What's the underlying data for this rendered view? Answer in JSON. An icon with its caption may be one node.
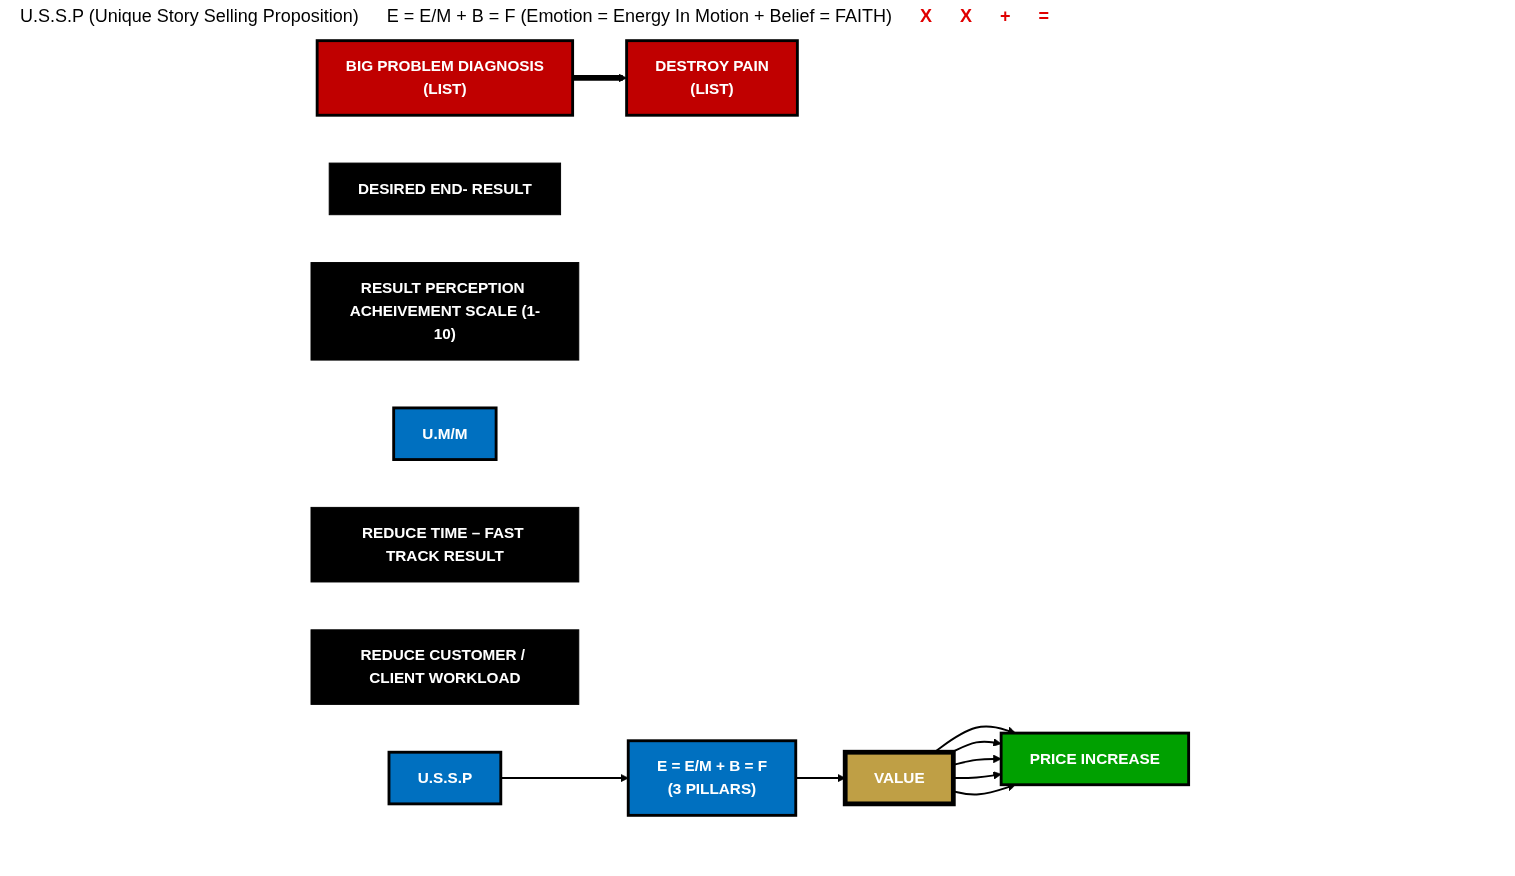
{
  "diagram": {
    "nodes": [
      {
        "text": [
          "BIG PROBLEM DIAGNOSIS",
          "(LIST)"
        ]
      },
      {
        "text": [
          "DESIRED END- RESULT"
        ]
      },
      {
        "text": [
          "RESULT PERCEPTION ACHEIVEMENT SCALE (1-10)"
        ]
      },
      {
        "text": [
          "U.M/M"
        ]
      },
      {
        "text": [
          "PRICE INCREASE"
        ]
      },
      {
        "text": [
          "DESTROY PAIN",
          "(LIST)"
        ]
      },
      {
        "text": [
          "REDUCE TIME – FAST TRACK RESULT"
        ]
      },
      {
        "text": [
          "REDUCE CUSTOMER / CLIENT WORKLOAD"
        ]
      },
      {
        "text": [
          "U.S.S.P"
        ]
      },
      {
        "text": [
          "VALUE"
        ]
      },
      {
        "text": [
          "E = E/M + B = F",
          "(3 PILLARS)"
        ]
      }
    ],
    "edges": [
      {
        "from": 0,
        "to": 5,
        "arrow": "to",
        "style": "thick"
      },
      {
        "from": 8,
        "to": 10,
        "arrow": "to"
      },
      {
        "from": 10,
        "to": 9,
        "arrow": "to"
      },
      {
        "from": 9,
        "to": 4,
        "arrow": "to"
      },
      {
        "from": 9,
        "to": 4,
        "arrow": "to"
      },
      {
        "from": 9,
        "to": 4,
        "arrow": "to"
      },
      {
        "from": 9,
        "to": 4,
        "arrow": "to"
      },
      {
        "from": 9,
        "to": 4,
        "arrow": "to"
      }
    ],
    "labels": [
      "U.S.S.P (Unique Story Selling Proposition)",
      "E = E/M + B = F (Emotion = Energy In Motion + Belief = FAITH)",
      "X",
      "X",
      "+",
      "="
    ]
  }
}
